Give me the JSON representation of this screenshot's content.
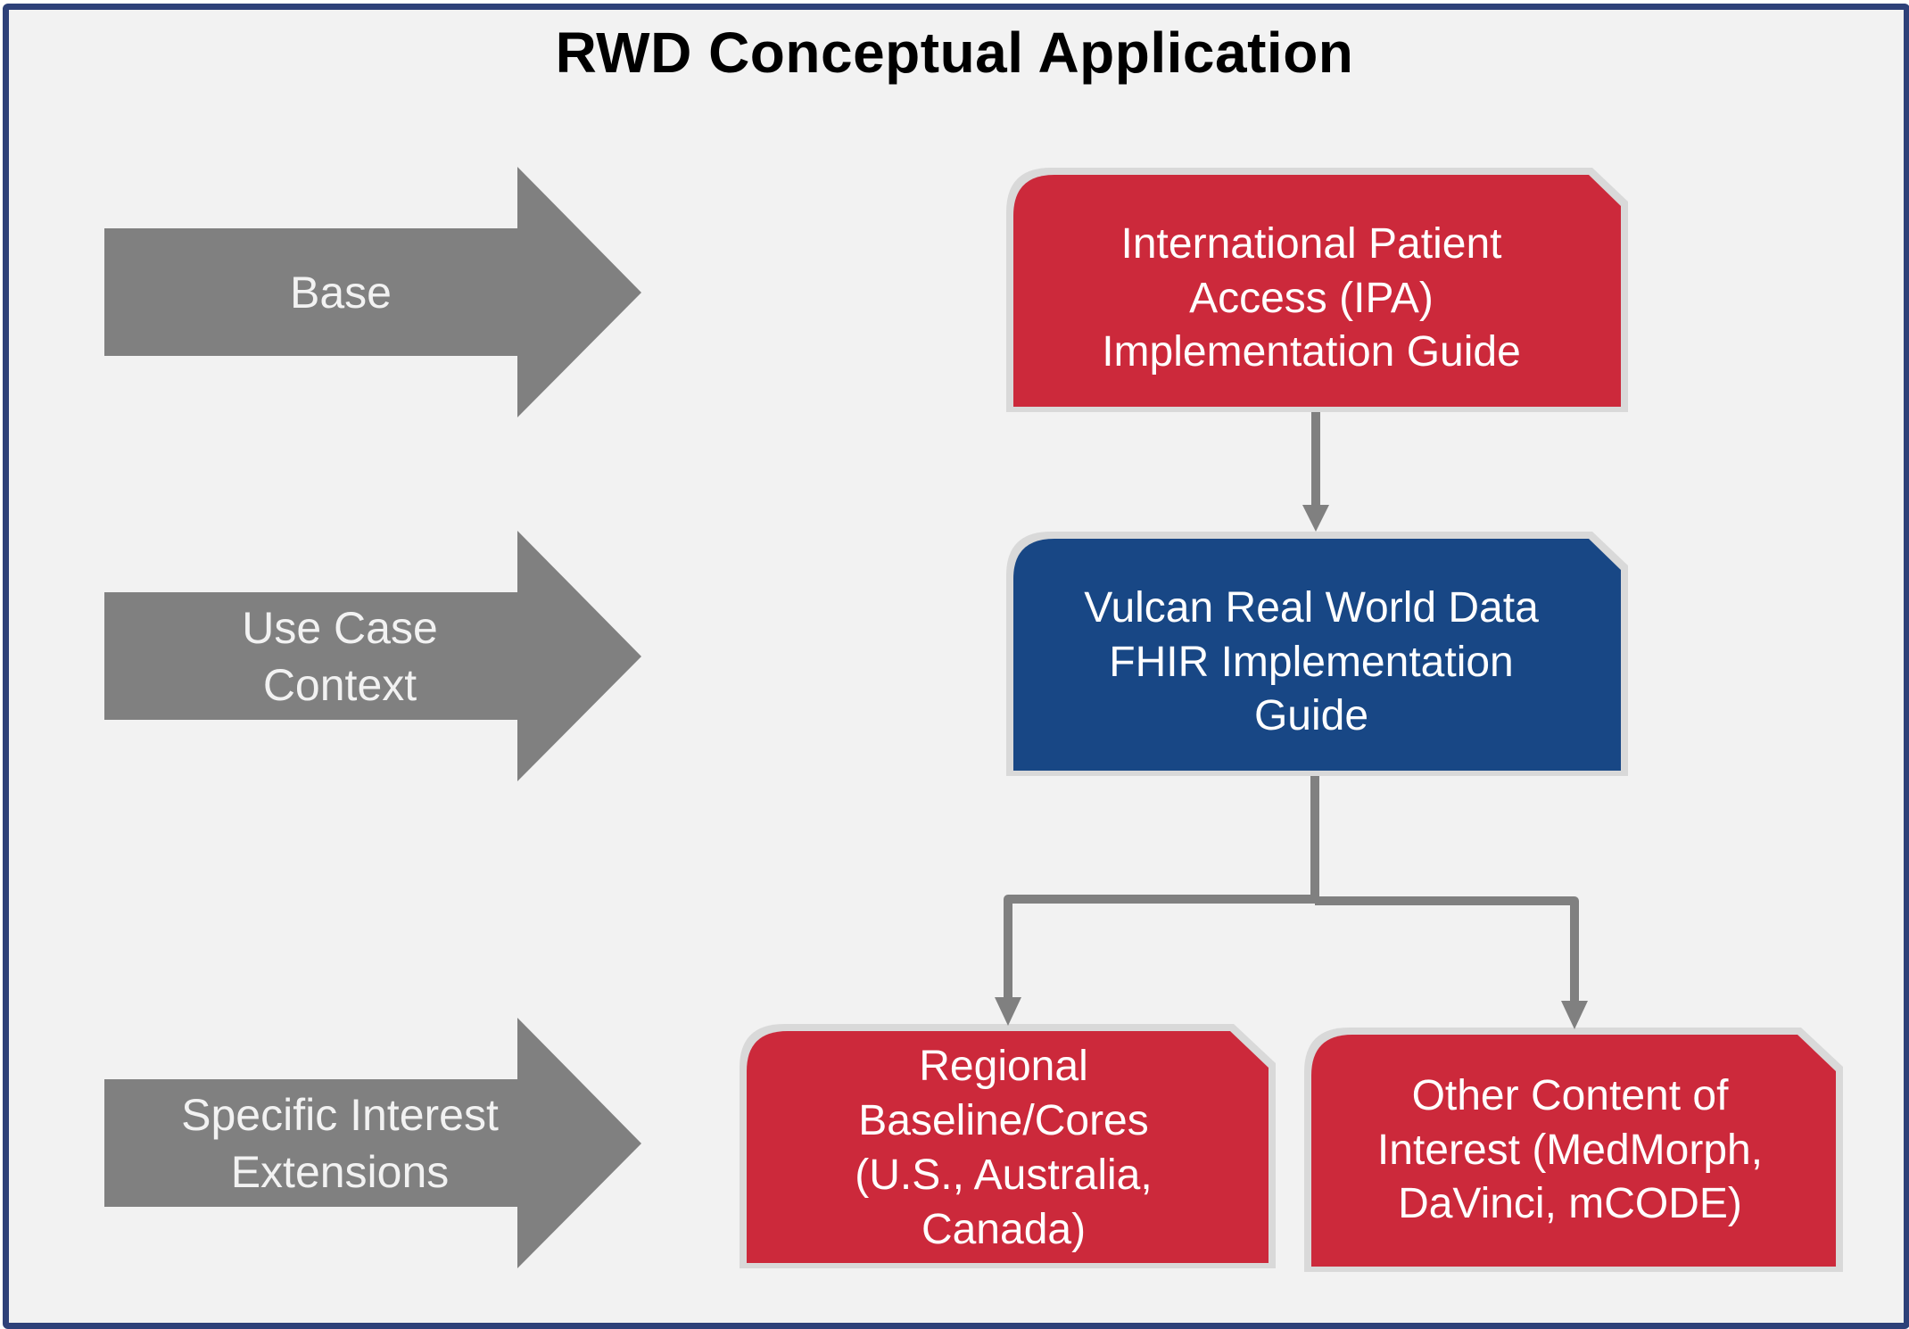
{
  "title": "RWD Conceptual Application",
  "colors": {
    "frame_border": "#2e4179",
    "background": "#f2f2f2",
    "arrow_gray": "#808080",
    "box_red": "#cc293b",
    "box_blue": "#184785",
    "box_outline": "#d9d9d9",
    "connector_gray": "#808080"
  },
  "levels": [
    {
      "id": "base",
      "label": "Base"
    },
    {
      "id": "use-case-context",
      "label": "Use Case Context"
    },
    {
      "id": "specific-interest-extensions",
      "label": "Specific Interest Extensions"
    }
  ],
  "boxes": [
    {
      "id": "ipa",
      "label": "International Patient Access (IPA) Implementation Guide",
      "color": "red"
    },
    {
      "id": "vulcan",
      "label": "Vulcan Real World Data FHIR Implementation Guide",
      "color": "blue"
    },
    {
      "id": "regional",
      "label": "Regional Baseline/Cores (U.S., Australia, Canada)",
      "color": "red"
    },
    {
      "id": "other",
      "label": "Other Content of Interest (MedMorph, DaVinci, mCODE)",
      "color": "red"
    }
  ],
  "connections": [
    {
      "from": "ipa",
      "to": "vulcan"
    },
    {
      "from": "vulcan",
      "to": "regional"
    },
    {
      "from": "vulcan",
      "to": "other"
    }
  ]
}
